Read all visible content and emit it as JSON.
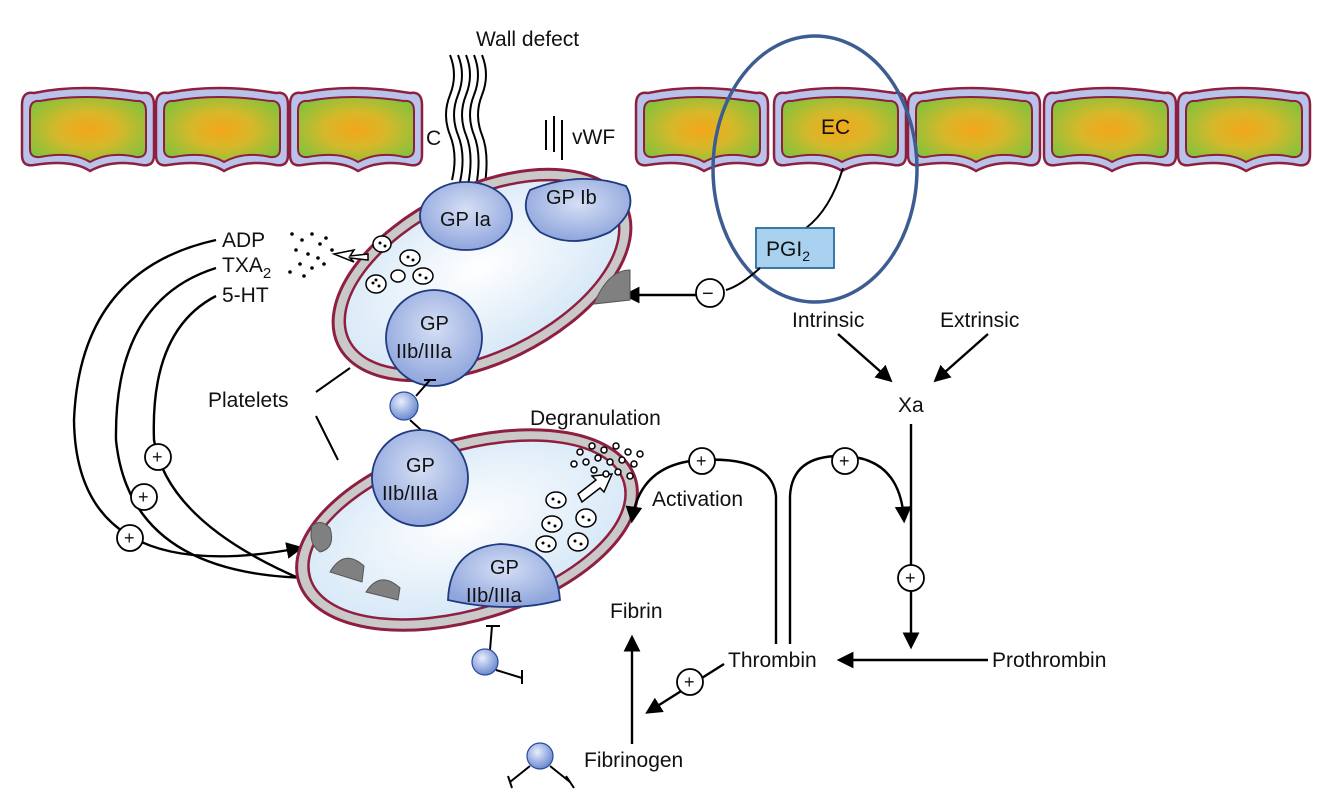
{
  "labels": {
    "wall_defect": "Wall defect",
    "collagen": "C",
    "vwf": "vWF",
    "ec": "EC",
    "pgi2_main": "PGI",
    "pgi2_sub": "2",
    "minus": "−",
    "gp_ia": "GP Ia",
    "gp_ib": "GP Ib",
    "gp_line1": "GP",
    "gp_line2": "IIb/IIIa",
    "adp": "ADP",
    "txa2_main": "TXA",
    "txa2_sub": "2",
    "ht5": "5-HT",
    "platelets": "Platelets",
    "degranulation": "Degranulation",
    "activation": "Activation",
    "fibrin": "Fibrin",
    "fibrinogen": "Fibrinogen",
    "thrombin": "Thrombin",
    "prothrombin": "Prothrombin",
    "intrinsic": "Intrinsic",
    "extrinsic": "Extrinsic",
    "xa": "Xa",
    "plus": "+"
  },
  "colors": {
    "cell_membrane": "#8e1f3f",
    "cell_outer": "#b9c3ea",
    "cell_center": "#f2a818",
    "cell_edge": "#8cc43c",
    "gp_fill": "#a9b9e4",
    "highlight_circle": "#3d5d92",
    "pgi2_box": "#a8d2f0"
  }
}
